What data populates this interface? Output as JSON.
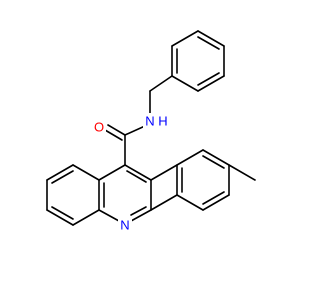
{
  "molecule": {
    "atom_labels": {
      "carbonyl_oxygen": "O",
      "amide_nitrogen": "N",
      "amide_hydrogen": "H",
      "quinoline_nitrogen": "N"
    },
    "colors": {
      "bond": "#000000",
      "oxygen": "#ff0000",
      "nitrogen": "#0000ff",
      "background": "#ffffff"
    }
  }
}
